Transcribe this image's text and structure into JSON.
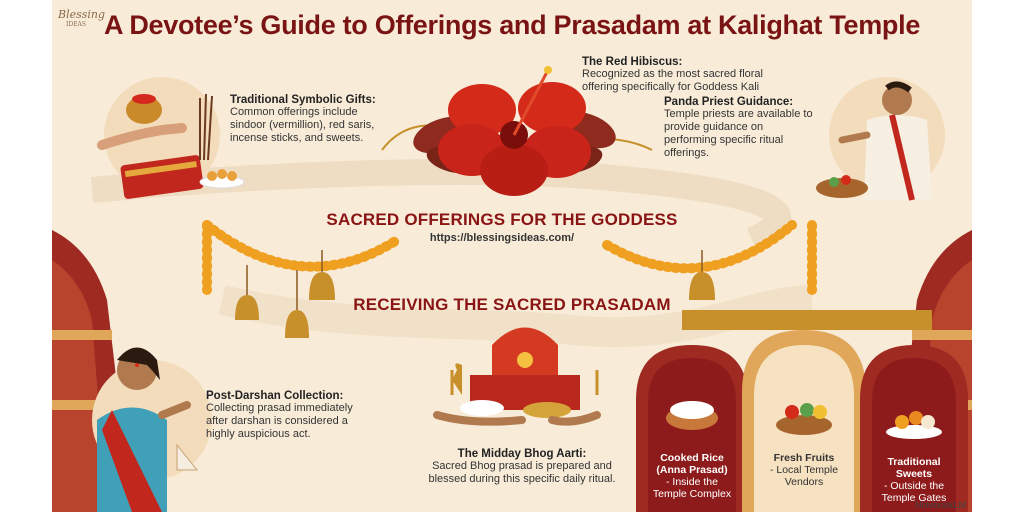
{
  "title": "A Devotee’s Guide to Offerings and Prasadam at Kalighat Temple",
  "logo": {
    "name": "Blessing",
    "tag": "IDEAS"
  },
  "offerings": {
    "section_title": "SACRED OFFERINGS FOR THE GODDESS",
    "url": "https://blessingsideas.com/",
    "gifts": {
      "heading": "Traditional Symbolic Gifts:",
      "text": "Common offerings include sindoor (vermillion), red saris, incense sticks, and sweets."
    },
    "hibiscus": {
      "heading": "The Red Hibiscus:",
      "text": "Recognized as the most sacred floral offering specifically for Goddess Kali"
    },
    "panda": {
      "heading": "Panda Priest Guidance:",
      "text": "Temple priests are available to provide guidance on performing specific ritual offerings."
    }
  },
  "prasadam": {
    "section_title": "RECEIVING THE SACRED PRASADAM",
    "collection": {
      "heading": "Post-Darshan Collection:",
      "text": "Collecting prasad immediately after darshan is considered a highly auspicious act."
    },
    "bhog": {
      "heading": "The Midday Bhog Aarti:",
      "text": "Sacred Bhog prasad is prepared and blessed during this specific daily ritual."
    },
    "arches": [
      {
        "bold": "Cooked Rice (Anna Prasad)",
        "rest": "- Inside the Temple Complex"
      },
      {
        "bold": "Fresh Fruits",
        "rest": "- Local Temple Vendors"
      },
      {
        "bold": "Traditional Sweets",
        "rest": "- Outside the Temple Gates"
      }
    ]
  },
  "watermark": "NotebookLM",
  "colors": {
    "background": "#f8ecd9",
    "title": "#7a1414",
    "maroon": "#8e1b1b",
    "marigold": "#f0a020",
    "hibiscus": "#d42a1a",
    "bell": "#c8902a"
  }
}
